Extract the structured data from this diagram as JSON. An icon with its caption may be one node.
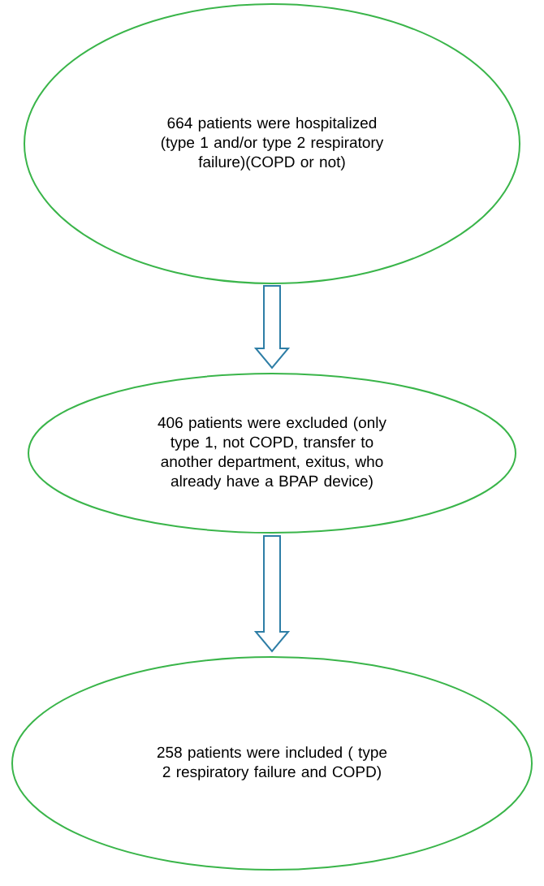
{
  "diagram": {
    "nodes": [
      {
        "text": [
          "664 patients were hospitalized (type 1 and/or type 2 respiratory failure)(COPD or not)"
        ]
      },
      {
        "text": [
          "406 patients were excluded (only type 1, not COPD, transfer to another department, exitus, who already have a BPAP device)"
        ]
      },
      {
        "text": [
          "258 patients were included ( type 2 respiratory failure and COPD)"
        ]
      }
    ],
    "edges": [
      {
        "from": 0,
        "to": 1,
        "arrow": "to"
      },
      {
        "from": 1,
        "to": 2,
        "arrow": "to"
      }
    ]
  }
}
